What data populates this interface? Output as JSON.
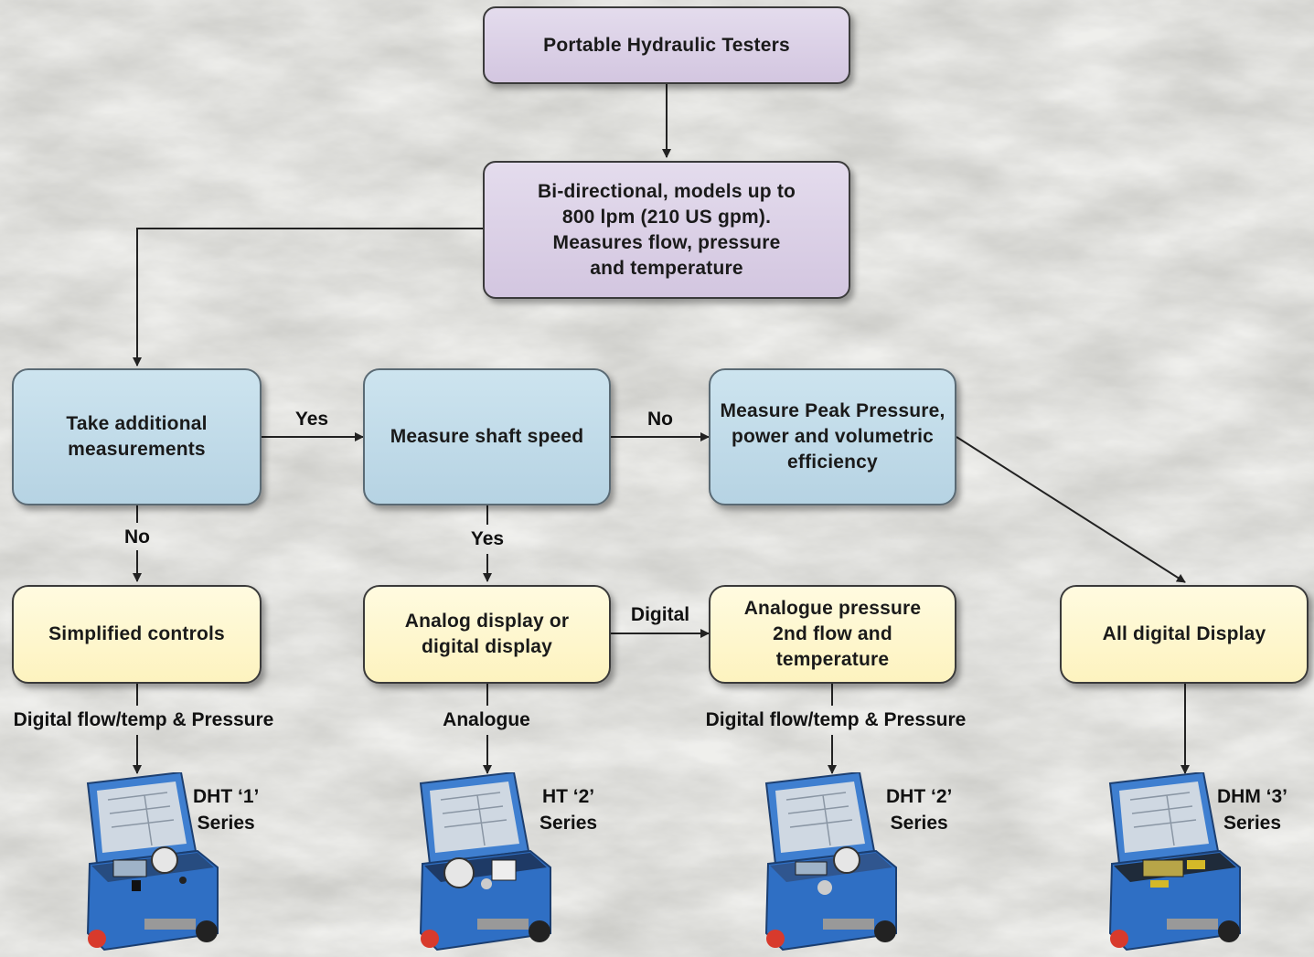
{
  "nodes": {
    "root": "Portable Hydraulic Testers",
    "spec": "Bi-directional, models up to\n800 lpm (210 US gpm).\nMeasures flow, pressure\nand temperature",
    "q_additional": "Take additional\nmeasurements",
    "q_shaft": "Measure shaft speed",
    "peak": "Measure Peak Pressure,\npower and volumetric\nefficiency",
    "simplified": "Simplified controls",
    "analog_digital": "Analog display or\ndigital display",
    "analogue_pressure": "Analogue pressure\n2nd flow and\ntemperature",
    "all_digital": "All digital Display"
  },
  "edge_labels": {
    "yes_1": "Yes",
    "no_1": "No",
    "no_2": "No",
    "yes_2": "Yes",
    "digital": "Digital",
    "digital_flow_1": "Digital flow/temp & Pressure",
    "analogue": "Analogue",
    "digital_flow_2": "Digital flow/temp & Pressure"
  },
  "products": {
    "dht1": "DHT ‘1’\nSeries",
    "ht2": "HT ‘2’\nSeries",
    "dht2": "DHT ‘2’\nSeries",
    "dhm3": "DHM ‘3’\nSeries"
  },
  "colors": {
    "purple_box": "#d8cce4",
    "blue_box": "#bcd8e7",
    "yellow_box": "#fdf5c8",
    "tester_body": "#2f6fc4",
    "background": "#d9d9d6"
  }
}
